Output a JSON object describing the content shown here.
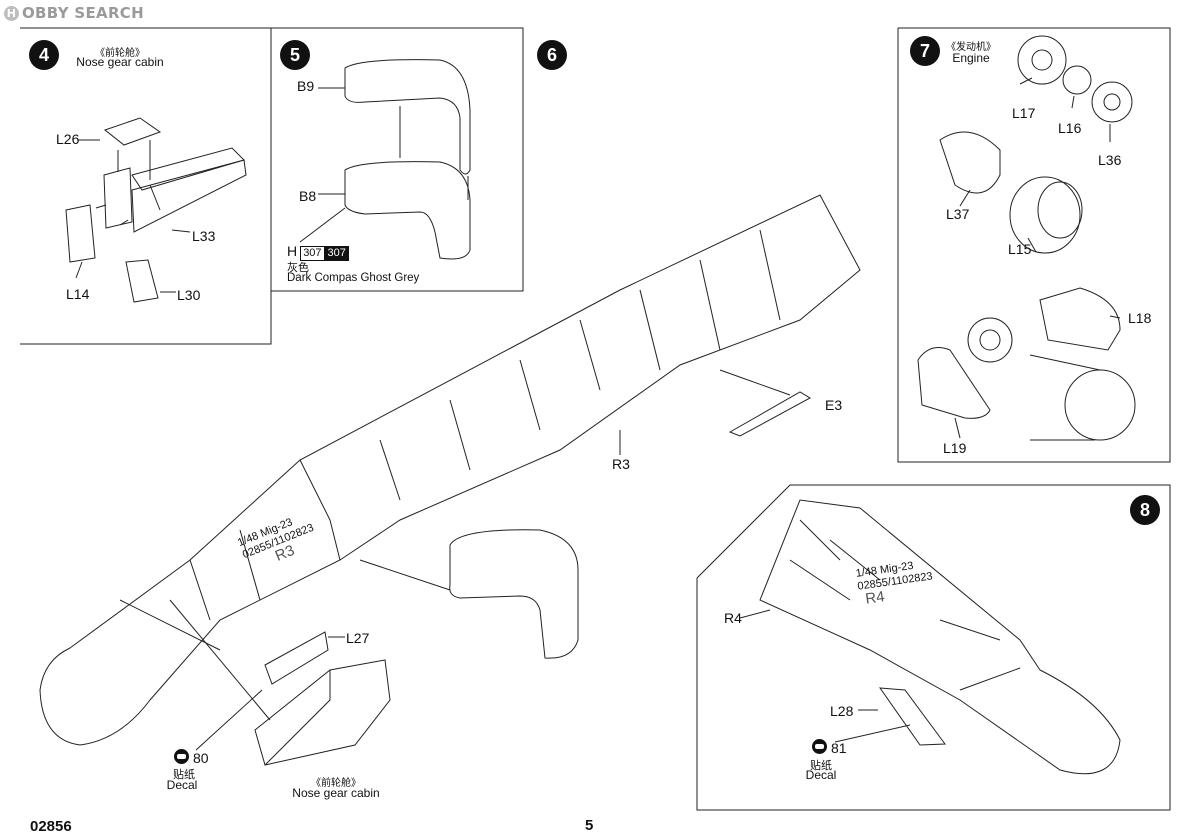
{
  "watermark": {
    "badge": "H",
    "text": "OBBY SEARCH"
  },
  "steps": {
    "s4": {
      "number": "4",
      "title_cn": "《前轮舱》",
      "title_en": "Nose gear cabin",
      "parts": {
        "L26": "L26",
        "L33": "L33",
        "L14": "L14",
        "L30": "L30"
      }
    },
    "s5": {
      "number": "5",
      "parts": {
        "B9": "B9",
        "B8": "B8"
      },
      "paint": {
        "prefix": "H",
        "code1": "307",
        "code2": "307",
        "cn": "灰色",
        "en": "Dark Compas Ghost Grey"
      }
    },
    "s6": {
      "number": "6",
      "parts": {
        "R3": "R3",
        "E3": "E3",
        "L27": "L27"
      },
      "decal": {
        "num": "80",
        "cn": "贴纸",
        "en": "Decal"
      },
      "bottom_cn": "《前轮舱》",
      "bottom_en": "Nose gear cabin",
      "fuselage_text": {
        "line1": "1/48 Mig-23",
        "line2": "02855/1102823",
        "line3": "R3"
      }
    },
    "s7": {
      "number": "7",
      "title_cn": "《发动机》",
      "title_en": "Engine",
      "parts": {
        "L17": "L17",
        "L16": "L16",
        "L36": "L36",
        "L37": "L37",
        "L15": "L15",
        "L18": "L18",
        "L19": "L19"
      }
    },
    "s8": {
      "number": "8",
      "parts": {
        "R4": "R4",
        "L28": "L28"
      },
      "decal": {
        "num": "81",
        "cn": "贴纸",
        "en": "Decal"
      },
      "fuselage_text": {
        "line1": "1/48 Mig-23",
        "line2": "02855/1102823",
        "line3": "R4"
      }
    }
  },
  "footer": {
    "code": "02856",
    "page": "5"
  }
}
